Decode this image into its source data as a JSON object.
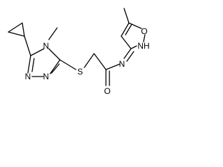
{
  "molecule": {
    "atom_labels": {
      "n_methyl": "N",
      "n_triazole_a": "N",
      "n_triazole_b": "N",
      "s_thioether": "S",
      "o_carbonyl": "O",
      "n_amide": "N",
      "o_isoxazole": "O",
      "nh_isoxazole": "NH"
    }
  },
  "colors": {
    "bond": "#000000",
    "background": "#ffffff"
  }
}
